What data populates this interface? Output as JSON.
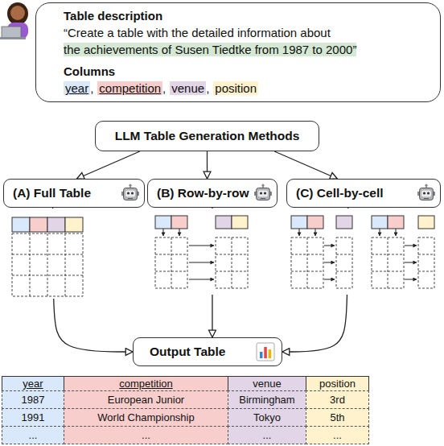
{
  "diagram": {
    "nodes": [
      {
        "text": [
          "Table description",
          "“Create a table with the detailed information about",
          "the achievements of Susen Tiedtke from 1987 to 2000”",
          "Columns",
          "year",
          "competition",
          "venue",
          "position"
        ]
      },
      {
        "text": [
          "LLM Table Generation Methods"
        ]
      },
      {
        "text": [
          "(A) Full Table"
        ]
      },
      {
        "text": [
          "(B) Row-by-row"
        ]
      },
      {
        "text": [
          "(C) Cell-by-cell"
        ]
      },
      {
        "text": [
          "Output Table"
        ]
      }
    ],
    "edges": [
      {
        "from": 1,
        "to": 2,
        "arrow": "to"
      },
      {
        "from": 1,
        "to": 3,
        "arrow": "to"
      },
      {
        "from": 1,
        "to": 4,
        "arrow": "to"
      },
      {
        "from": 2,
        "to": 5,
        "arrow": "to"
      },
      {
        "from": 3,
        "to": 5,
        "arrow": "to"
      },
      {
        "from": 4,
        "to": 5,
        "arrow": "to"
      }
    ],
    "labels": [
      ",",
      ",",
      ",",
      "year",
      "competition",
      "venue",
      "position",
      "1987",
      "European Junior",
      "Birmingham",
      "3rd",
      "1991",
      "World Championship",
      "Tokyo",
      "5th",
      "...",
      "...",
      "...",
      "..."
    ]
  }
}
